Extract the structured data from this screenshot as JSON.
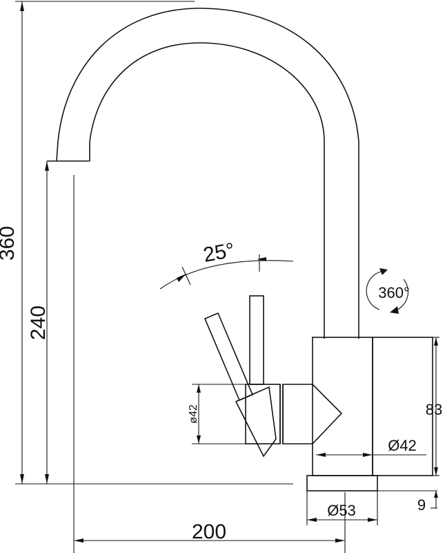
{
  "dimensions": {
    "total_height": "360",
    "spout_height": "240",
    "reach": "200",
    "handle_angle": "25°",
    "swivel": "360°",
    "handle_diameter": "ø42",
    "body_height": "83",
    "body_diameter": "Ø42",
    "base_diameter": "Ø53",
    "base_thickness": "9"
  }
}
